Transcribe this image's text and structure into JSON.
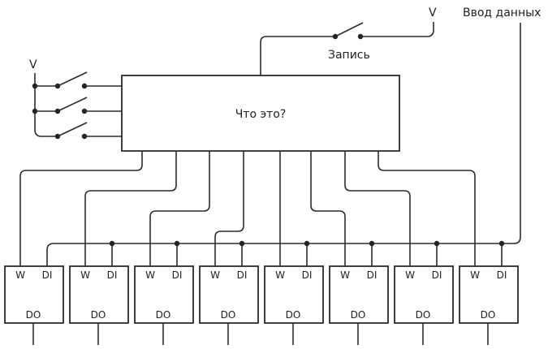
{
  "title": "Что это?",
  "labels": {
    "supply_left": "V",
    "supply_top": "V",
    "write_switch": "Запись",
    "data_input": "Ввод данных",
    "main_box": "Что это?"
  },
  "address_switches": 3,
  "memory_cells": [
    {
      "w": "W",
      "di": "DI",
      "do": "DO"
    },
    {
      "w": "W",
      "di": "DI",
      "do": "DO"
    },
    {
      "w": "W",
      "di": "DI",
      "do": "DO"
    },
    {
      "w": "W",
      "di": "DI",
      "do": "DO"
    },
    {
      "w": "W",
      "di": "DI",
      "do": "DO"
    },
    {
      "w": "W",
      "di": "DI",
      "do": "DO"
    },
    {
      "w": "W",
      "di": "DI",
      "do": "DO"
    },
    {
      "w": "W",
      "di": "DI",
      "do": "DO"
    }
  ],
  "colors": {
    "line": "#2b2b2b",
    "background": "#ffffff"
  }
}
